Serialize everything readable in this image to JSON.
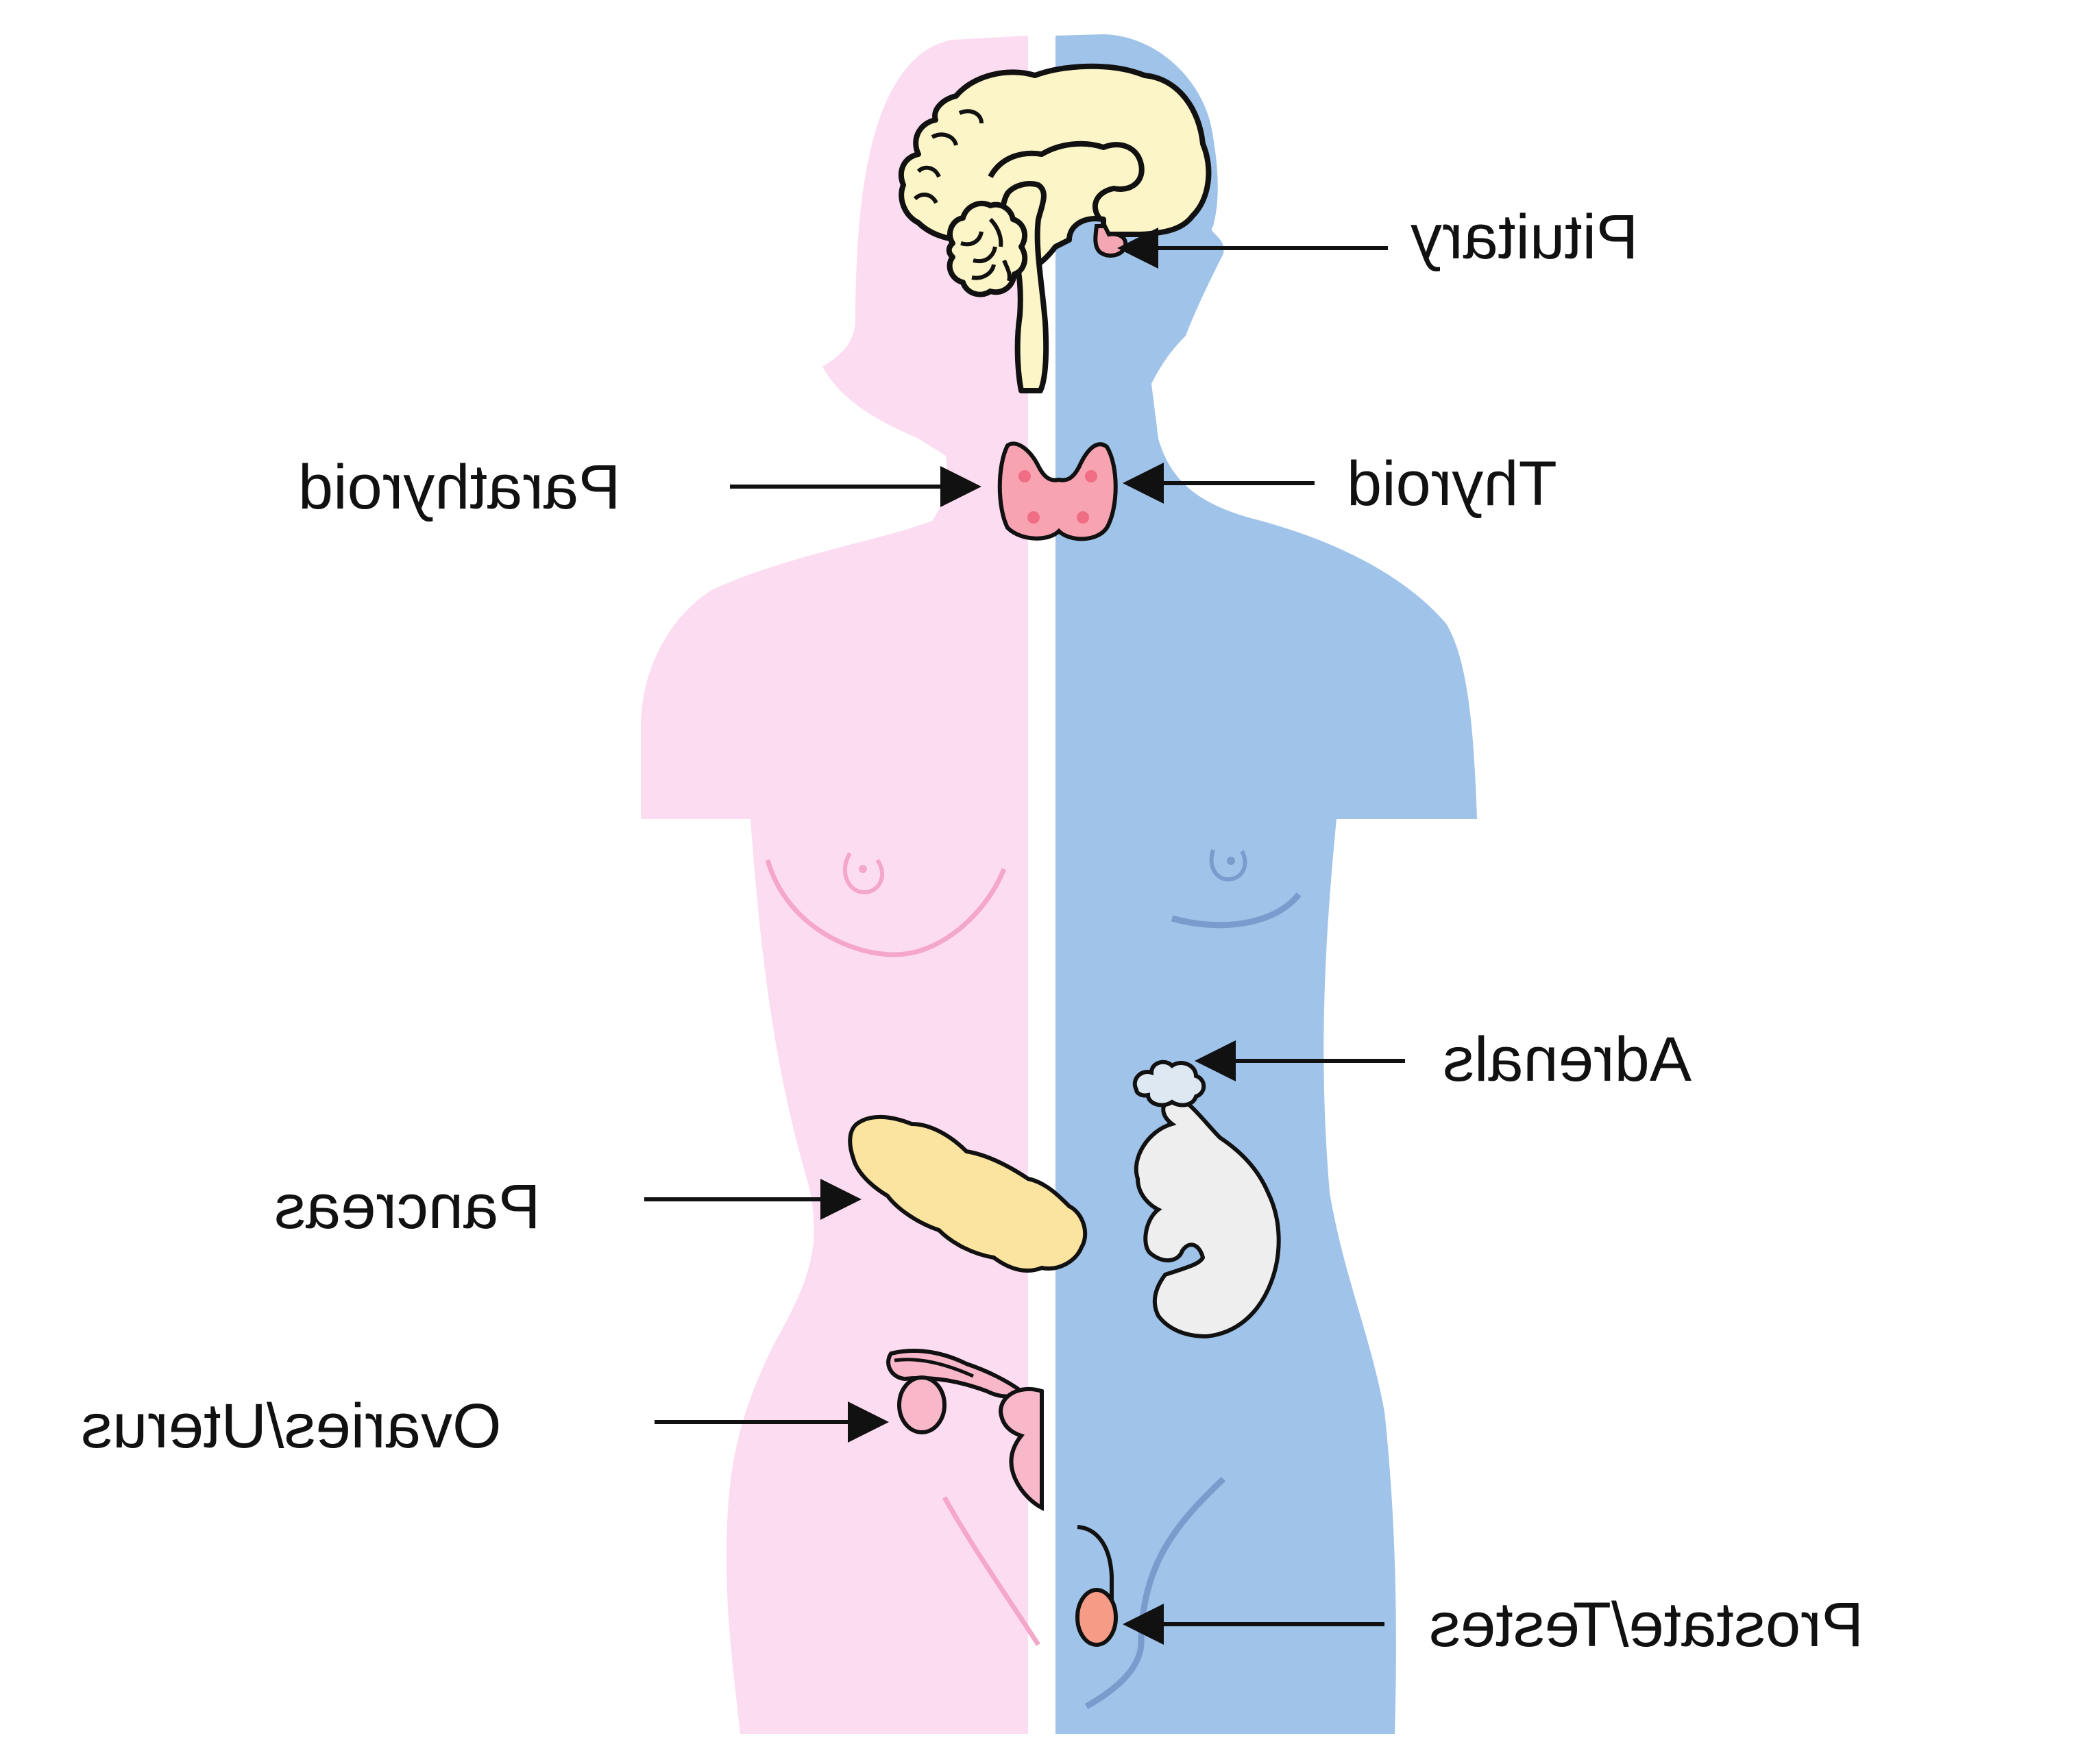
{
  "labels": {
    "pituitary": "Pituitary",
    "thyroid": "Thyroid",
    "parathyroid": "Parathyroid",
    "adrenals": "Adrenals",
    "pancreas": "Pancreas",
    "ovaries_uterus": "Ovaries/Uterus",
    "prostate_testes": "Prostate/Testes"
  },
  "colors": {
    "female_body": "#fcdcf0",
    "male_body": "#9fc3e9",
    "brain": "#fcf5c7",
    "pituitary": "#f5a6b3",
    "thyroid": "#f7a3b2",
    "pancreas": "#fbe3a0",
    "adrenal": "#dde8f2",
    "kidney": "#eeeeee",
    "ovary": "#f8b8ca",
    "testis": "#f59b86",
    "arrow": "#111111"
  }
}
